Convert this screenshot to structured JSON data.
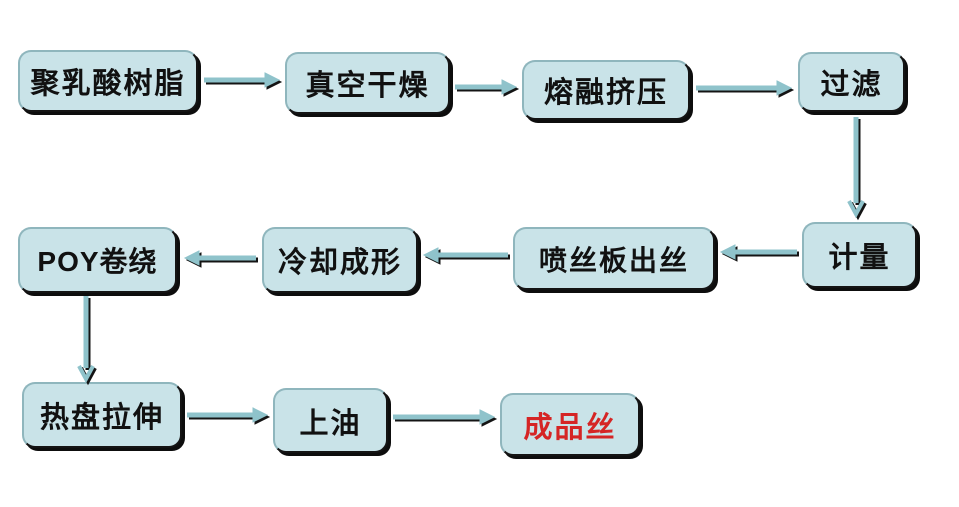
{
  "diagram": {
    "nodes": {
      "pla_resin": {
        "label": "聚乳酸树脂"
      },
      "vacuum_drying": {
        "label": "真空干燥"
      },
      "melt_extrusion": {
        "label": "熔融挤压"
      },
      "filtration": {
        "label": "过滤"
      },
      "metering": {
        "label": "计量"
      },
      "spinneret_output": {
        "label": "喷丝板出丝"
      },
      "cooling_forming": {
        "label": "冷却成形"
      },
      "poy_winding": {
        "label": "POY卷绕"
      },
      "hot_plate_drawing": {
        "label": "热盘拉伸"
      },
      "oiling": {
        "label": "上油"
      },
      "finished_yarn": {
        "label": "成品丝"
      }
    },
    "flow_order": [
      "聚乳酸树脂",
      "真空干燥",
      "熔融挤压",
      "过滤",
      "计量",
      "喷丝板出丝",
      "冷却成形",
      "POY卷绕",
      "热盘拉伸",
      "上油",
      "成品丝"
    ],
    "edges": [
      {
        "from": "pla_resin",
        "to": "vacuum_drying",
        "direction": "right"
      },
      {
        "from": "vacuum_drying",
        "to": "melt_extrusion",
        "direction": "right"
      },
      {
        "from": "melt_extrusion",
        "to": "filtration",
        "direction": "right"
      },
      {
        "from": "filtration",
        "to": "metering",
        "direction": "down"
      },
      {
        "from": "metering",
        "to": "spinneret_output",
        "direction": "left"
      },
      {
        "from": "spinneret_output",
        "to": "cooling_forming",
        "direction": "left"
      },
      {
        "from": "cooling_forming",
        "to": "poy_winding",
        "direction": "left"
      },
      {
        "from": "poy_winding",
        "to": "hot_plate_drawing",
        "direction": "down"
      },
      {
        "from": "hot_plate_drawing",
        "to": "oiling",
        "direction": "right"
      },
      {
        "from": "oiling",
        "to": "finished_yarn",
        "direction": "right"
      }
    ],
    "colors": {
      "background": "#ffffff",
      "box_fill": "#c9e3e8",
      "box_border_light": "#8fb6bd",
      "box_border_dark": "#141414",
      "box_shadow": "#0d0d0d",
      "arrow": "#8fc3cb",
      "arrow_shadow": "#141414",
      "text": "#111111",
      "final_text": "#d52525"
    }
  }
}
